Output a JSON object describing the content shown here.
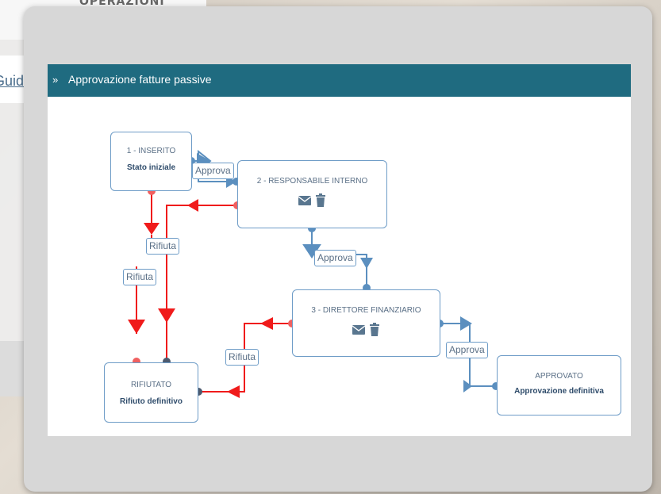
{
  "background": {
    "heading": "OPERAZIONI",
    "link_fragment": "Guid"
  },
  "workflow": {
    "title": "Approvazione fatture passive",
    "nodes": [
      {
        "name": "1 - INSERITO",
        "desc": "Stato iniziale"
      },
      {
        "name": "2 - RESPONSABILE INTERNO",
        "desc": ""
      },
      {
        "name": "3 - DIRETTORE FINANZIARIO",
        "desc": ""
      },
      {
        "name": "RIFIUTATO",
        "desc": "Rifiuto definitivo"
      },
      {
        "name": "APPROVATO",
        "desc": "Approvazione definitiva"
      }
    ],
    "edge_labels": {
      "approve_1": "Approva",
      "approve_2": "Approva",
      "approve_3": "Approva",
      "reject_1": "Rifiuta",
      "reject_2": "Rifiuta",
      "reject_3": "Rifiuta"
    },
    "colors": {
      "approve": "#5b8fbf",
      "reject": "#f01b1b",
      "header": "#1f6b80",
      "node_border": "#6e9cc7"
    }
  }
}
